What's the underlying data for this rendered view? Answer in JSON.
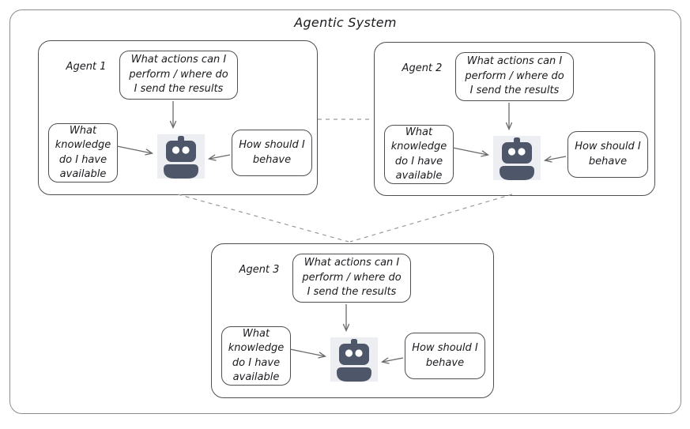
{
  "title": "Agentic System",
  "colors": {
    "outer_border": "#8d8d8d",
    "box_border": "#4c4f54",
    "dashed_connector": "#9a9a9a",
    "arrow": "#6a6a6a",
    "robot_fill": "#4e5669",
    "robot_background": "#edeef1",
    "text": "#1b1b1f"
  },
  "agents": [
    {
      "label": "Agent 1",
      "actions": "What actions can I\nperform / where do\nI send the results",
      "knowledge": "What\nknowledge\ndo I have\navailable",
      "behavior": "How should I\nbehave"
    },
    {
      "label": "Agent 2",
      "actions": "What actions can I\nperform / where do\nI send the results",
      "knowledge": "What\nknowledge\ndo I have\navailable",
      "behavior": "How should I\nbehave"
    },
    {
      "label": "Agent 3",
      "actions": "What actions can I\nperform / where do\nI send the results",
      "knowledge": "What\nknowledge\ndo I have\navailable",
      "behavior": "How should I\nbehave"
    }
  ]
}
